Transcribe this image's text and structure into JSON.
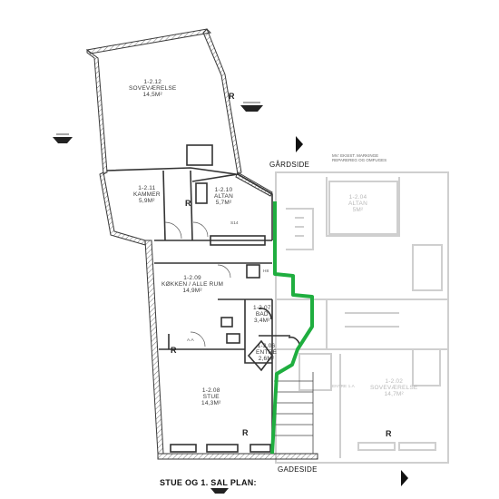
{
  "title": "STUE OG 1. SAL PLAN:",
  "streets": {
    "courtyard": "GÅRDSIDE",
    "street": "GADESIDE"
  },
  "note": {
    "line1": "MV: EKSIST. MARKINGE",
    "line2": "REPAREREG OG OMFUGES"
  },
  "room_marker": "R",
  "rooms": [
    {
      "id": "1-2.12",
      "name": "SOVEVÆRELSE",
      "area": "14,5M²"
    },
    {
      "id": "1-2.11",
      "name": "KAMMER",
      "area": "5,9M²"
    },
    {
      "id": "1-2.10",
      "name": "ALTAN",
      "area": "5,7M²"
    },
    {
      "id": "1-2.09",
      "name": "KØKKEN / ALLE RUM",
      "area": "14,9M²"
    },
    {
      "id": "1-2.07",
      "name": "BAD",
      "area": "3,4M²"
    },
    {
      "id": "1-2.06",
      "name": "ENTRÉ",
      "area": "2,6M²"
    },
    {
      "id": "1-2.08",
      "name": "STUE",
      "area": "14,3M²"
    }
  ],
  "faded_rooms": [
    {
      "id": "1-2.04",
      "name": "ALTAN",
      "area": "5M²"
    },
    {
      "id": "1-2.02",
      "name": "SOVEVÆRELSE",
      "area": "14,7M²"
    }
  ],
  "small_labels": {
    "s14": "S14",
    "h8": "H8",
    "aa": "A.A",
    "entre_1a": "ENTRE 1.A"
  },
  "colors": {
    "wall": "#3a3a3a",
    "hatch": "#777777",
    "boundary": "#1fae3f",
    "faded_wall": "#c8c8c8"
  }
}
